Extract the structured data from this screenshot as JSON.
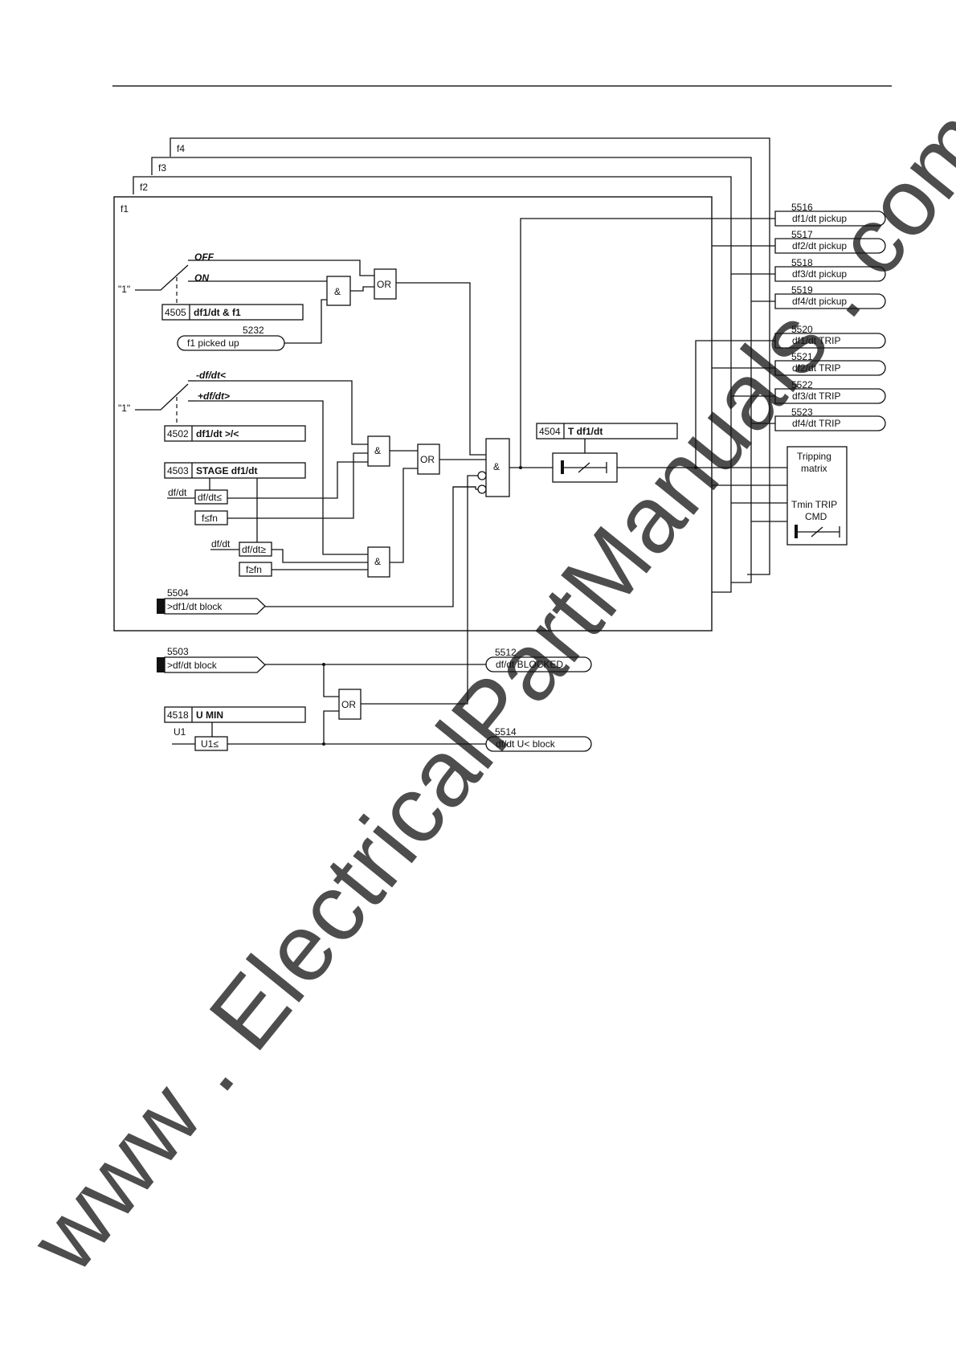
{
  "frames": [
    "f4",
    "f3",
    "f2",
    "f1"
  ],
  "inputs": {
    "const_one": "\"1\"",
    "off_label": "OFF",
    "on_label": "ON",
    "neg_label": "-df/dt<",
    "pos_label": "+df/dt>",
    "df_dt": "df/dt",
    "u1": "U1"
  },
  "params": {
    "p4505": {
      "num": "4505",
      "label": "df1/dt & f1"
    },
    "p4502": {
      "num": "4502",
      "label": "df1/dt >/<"
    },
    "p4503": {
      "num": "4503",
      "label": "STAGE df1/dt"
    },
    "p4504": {
      "num": "4504",
      "label": "T df1/dt"
    },
    "p4518": {
      "num": "4518",
      "label": "U MIN"
    }
  },
  "comparators": {
    "dfdt_le": "df/dt≤",
    "f_le": "f≤fn",
    "dfdt_ge": "df/dt≥",
    "f_ge": "f≥fn",
    "u1_le": "U1≤"
  },
  "gates": {
    "and": "&",
    "or": "OR"
  },
  "signals": {
    "s5232": {
      "num": "5232",
      "label": "f1 picked up"
    },
    "s5504": {
      "num": "5504",
      "label": ">df1/dt block"
    },
    "s5503": {
      "num": "5503",
      "label": ">df/dt block"
    },
    "s5512": {
      "num": "5512",
      "label": "df/dt BLOCKED"
    },
    "s5514": {
      "num": "5514",
      "label": "df/dt U< block"
    }
  },
  "outputs": [
    {
      "num": "5516",
      "label": "df1/dt pickup"
    },
    {
      "num": "5517",
      "label": "df2/dt pickup"
    },
    {
      "num": "5518",
      "label": "df3/dt pickup"
    },
    {
      "num": "5519",
      "label": "df4/dt pickup"
    },
    {
      "num": "5520",
      "label": "df1/dt TRIP"
    },
    {
      "num": "5521",
      "label": "df2/dt TRIP"
    },
    {
      "num": "5522",
      "label": "df3/dt TRIP"
    },
    {
      "num": "5523",
      "label": "df4/dt TRIP"
    }
  ],
  "matrix": {
    "line1": "Tripping",
    "line2": "matrix",
    "line3": "Tmin TRIP",
    "line4": "CMD"
  },
  "watermark": "www . ElectricalPartManuals . com"
}
